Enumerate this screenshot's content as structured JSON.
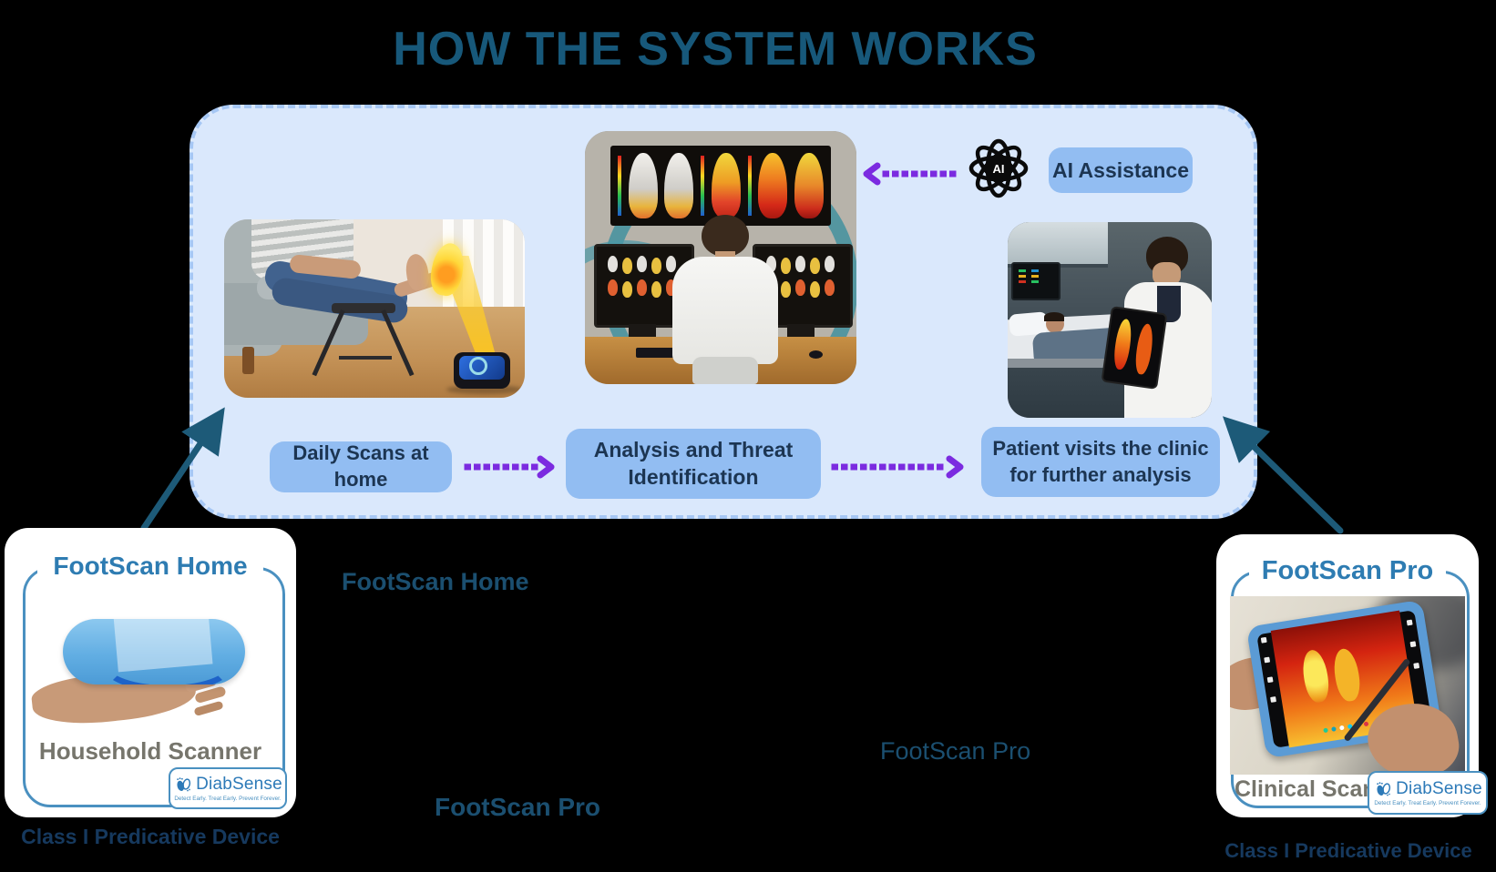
{
  "title": "HOW THE SYSTEM WORKS",
  "colors": {
    "background": "#000000",
    "title_text": "#17587a",
    "panel_fill": "#dae8fc",
    "panel_border": "#a6c7f4",
    "step_box_fill": "#92bdf2",
    "step_text": "#1c3552",
    "purple_arrow": "#7b2be0",
    "teal_arrow": "#1d5a78",
    "card_title_blue": "#2e7cb2",
    "caption_gray": "#76756c",
    "class_label_navy": "#16395e",
    "floating_label_blue": "#1b4f70",
    "diabsense_blue": "#2d7ab8"
  },
  "panel": {
    "ai_icon_text": "AI",
    "ai_assistance_label": "AI Assistance",
    "steps": [
      {
        "label": "Daily Scans at home"
      },
      {
        "label": "Analysis and Threat\nIdentification"
      },
      {
        "label": "Patient visits the clinic\nfor further analysis"
      }
    ]
  },
  "floating_labels": {
    "home": "FootScan Home",
    "pro_upper": "FootScan Pro",
    "pro_lower": "FootScan Pro"
  },
  "cards": {
    "home": {
      "title": "FootScan Home",
      "caption": "Household Scanner",
      "class_label": "Class I Predicative Device",
      "logo_name": "DiabSense",
      "logo_tagline": "Detect Early. Treat Early. Prevent Forever."
    },
    "pro": {
      "title": "FootScan Pro",
      "caption": "Clinical Scanner",
      "class_label": "Class I Predicative Device",
      "logo_name": "DiabSense",
      "logo_tagline": "Detect Early. Treat Early. Prevent Forever."
    }
  },
  "icons": {
    "ai_atom": "atom-orbitals-with-ai-core",
    "diabsense_feet": "two-feet-circle-logo",
    "purple_dotted_arrow": "dotted-chevron-arrow",
    "teal_arrow": "straight-line-arrow"
  }
}
